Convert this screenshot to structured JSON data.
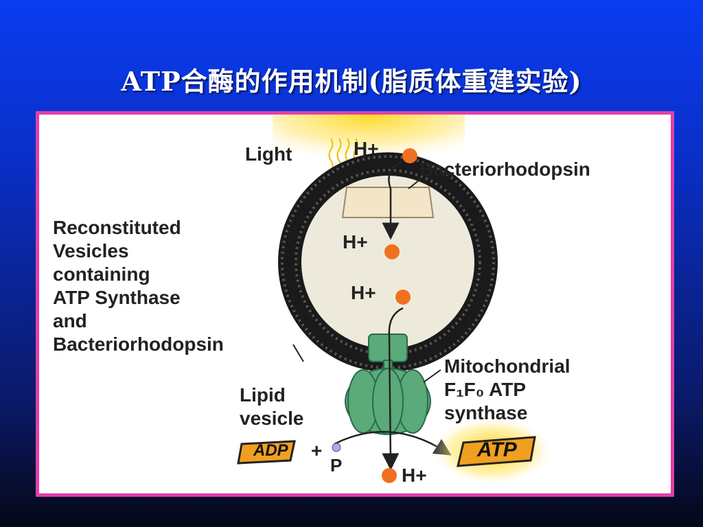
{
  "slide": {
    "title": "ATP合酶的作用机制(脂质体重建实验)"
  },
  "diagram": {
    "light": "Light",
    "proton_top": "H+",
    "bacteriorhodopsin_label": "Bacteriorhodopsin",
    "vesicle_label": [
      "Reconstituted",
      "Vesicles",
      "containing",
      "ATP Synthase",
      "and",
      "Bacteriorhodopsin"
    ],
    "proton_inside_1": "H+",
    "proton_inside_2": "H+",
    "lipid_label": [
      "Lipid",
      "vesicle"
    ],
    "synthase_label": [
      "Mitochondrial",
      "F₁F₀ ATP",
      "synthase"
    ],
    "adp": "ADP",
    "plus": "+",
    "pi": "P",
    "atp": "ATP",
    "proton_bottom": "H+",
    "colors": {
      "membrane": "#1a1a1a",
      "vesicle_fill": "#eeeadb",
      "proton": "#f07020",
      "synthase": "#5aaa7a",
      "border": "#e040a8",
      "atp_box": "#f0a020"
    }
  }
}
